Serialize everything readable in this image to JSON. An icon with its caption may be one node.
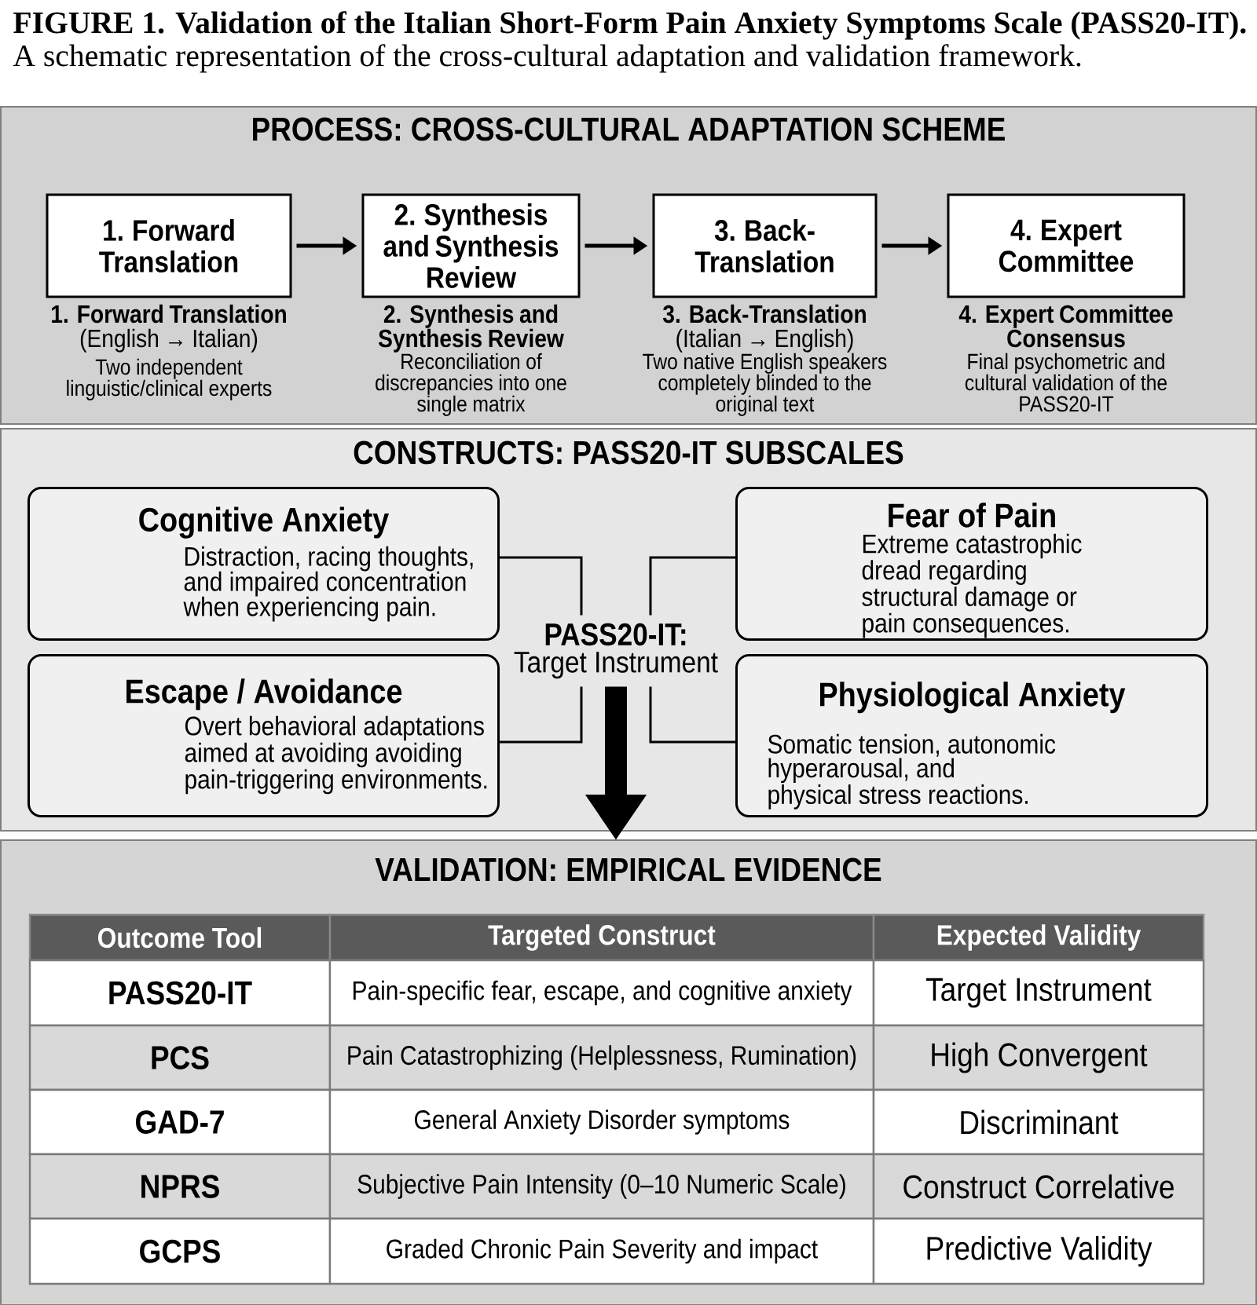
{
  "diagram": {
    "title": "FIGURE 1. Validation of the Italian Short-Form Pain Anxiety Symptoms Scale (PASS20-IT).",
    "caption": "A schematic representation of the cross-cultural adaptation and validation framework.",
    "nodes": [
      {
        "text": [
          "PROCESS: CROSS-CULTURAL ADAPTATION SCHEME"
        ]
      },
      {
        "text": [
          "1. Forward Translation"
        ],
        "in": 0,
        "beside": [
          "1. Forward Translation",
          "(English → Italian)",
          "Two independent linguistic/clinical experts"
        ]
      },
      {
        "text": [
          "2. Synthesis and Synthesis Review"
        ],
        "in": 0,
        "beside": [
          "2. Synthesis and Synthesis Review",
          "Reconciliation of discrepancies into one single matrix"
        ]
      },
      {
        "text": [
          "3. Back-Translation"
        ],
        "in": 0,
        "beside": [
          "3. Back-Translation",
          "(Italian → English)",
          "Two native English speakers completely blinded to the original text"
        ]
      },
      {
        "text": [
          "4. Expert Committee"
        ],
        "in": 0,
        "beside": [
          "4. Expert Committee Consensus",
          "Final psychometric and cultural validation of the PASS20-IT"
        ]
      },
      {
        "text": [
          "CONSTRUCTS: PASS20-IT SUBSCALES"
        ]
      },
      {
        "text": [
          "Cognitive Anxiety",
          "Distraction, racing thoughts, and impaired concentration when experiencing pain."
        ],
        "in": 5
      },
      {
        "text": [
          "Fear of Pain",
          "Extreme catastrophic dread regarding structural damage or pain consequences."
        ],
        "in": 5
      },
      {
        "text": [
          "PASS20-IT:",
          "Target Instrument"
        ],
        "in": 5
      },
      {
        "text": [
          "Escape / Avoidance",
          "Overt behavioral adaptations aimed at avoiding avoiding pain-triggering environments."
        ],
        "in": 5
      },
      {
        "text": [
          "Physiological Anxiety",
          "Somatic tension, autonomic hyperarousal, and physical stress reactions."
        ],
        "in": 5
      },
      {
        "text": [
          "VALIDATION: EMPIRICAL EVIDENCE"
        ]
      }
    ],
    "edges": [
      {
        "from": 1,
        "to": 2,
        "arrow": "to"
      },
      {
        "from": 2,
        "to": 3,
        "arrow": "to"
      },
      {
        "from": 3,
        "to": 4,
        "arrow": "to"
      },
      {
        "from": 6,
        "to": 8,
        "arrow": "none"
      },
      {
        "from": 7,
        "to": 8,
        "arrow": "none"
      },
      {
        "from": 9,
        "to": 8,
        "arrow": "none"
      },
      {
        "from": 10,
        "to": 8,
        "arrow": "none"
      },
      {
        "from": 8,
        "to": 11,
        "arrow": "to",
        "style": "thick"
      }
    ],
    "labels": [
      "Outcome Tool",
      "Targeted Construct",
      "Expected Validity",
      "PASS20-IT",
      "Pain-specific fear, escape, and cognitive anxiety",
      "Target Instrument",
      "PCS",
      "Pain Catastrophizing (Helplessness, Rumination)",
      "High Convergent",
      "GAD-7",
      "General Anxiety Disorder symptoms",
      "Discriminant",
      "NPRS",
      "Subjective Pain Intensity (0–10 Numeric Scale)",
      "Construct Correlative",
      "GCPS",
      "Graded Chronic Pain Severity and impact",
      "Predictive Validity"
    ]
  }
}
